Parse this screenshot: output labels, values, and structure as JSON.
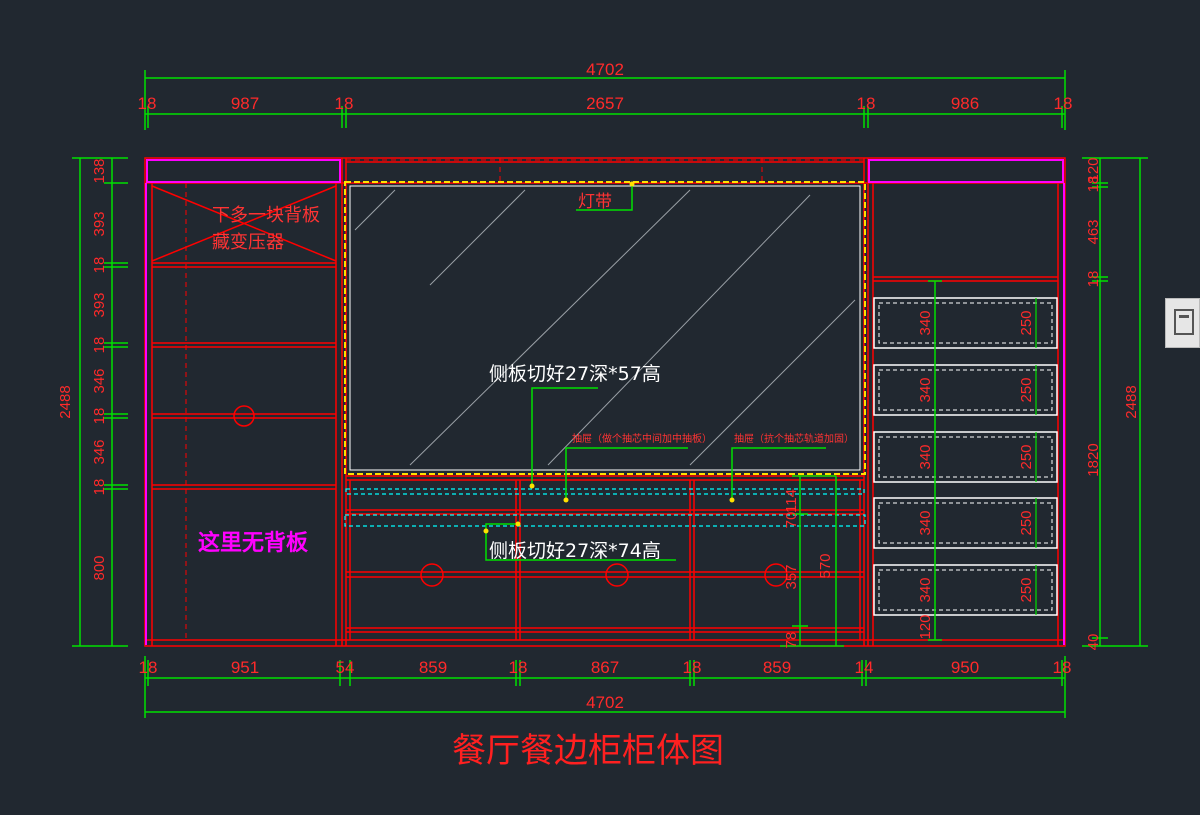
{
  "title": "餐厅餐边柜柜体图",
  "labels": {
    "transformer": "下多一块背板\n藏变压器",
    "led_strip": "灯带",
    "side_panel_top": "侧板切好27深*57高",
    "side_panel_bottom": "侧板切好27深*74高",
    "drawer_note_1": "抽屉（做个抽芯中间加中抽板）",
    "drawer_note_2": "抽屉（抗个抽芯轨道加固）",
    "no_back_panel": "这里无背板"
  },
  "dimensions": {
    "top_total": "4702",
    "top_segments": [
      "18",
      "987",
      "18",
      "2657",
      "18",
      "986",
      "18"
    ],
    "bottom_total": "4702",
    "bottom_segments": [
      "18",
      "951",
      "54",
      "859",
      "18",
      "867",
      "18",
      "859",
      "14",
      "950",
      "18"
    ],
    "left_total": "2488",
    "left_segments": [
      "138",
      "393",
      "18",
      "393",
      "18",
      "346",
      "18",
      "346",
      "18",
      "800"
    ],
    "right_total": "2488",
    "right_segments": [
      "120",
      "18",
      "463",
      "18",
      "1820",
      "40"
    ],
    "drawer_front_height": [
      "340",
      "340",
      "340",
      "340",
      "340"
    ],
    "drawer_box_height": [
      "250",
      "250",
      "250",
      "250",
      "250"
    ],
    "drawer_bottom_gap": "120",
    "center_lower": [
      "114",
      "70",
      "357",
      "570",
      "78"
    ]
  },
  "colors": {
    "background": "#212830",
    "dimension_line": "#00e000",
    "cabinet": "#ff0000",
    "magenta": "#ff00ff",
    "led": "#ffe000",
    "cyan": "#00ffff",
    "white": "#ffffff"
  },
  "side_widget_icon": "toolbar-icon"
}
